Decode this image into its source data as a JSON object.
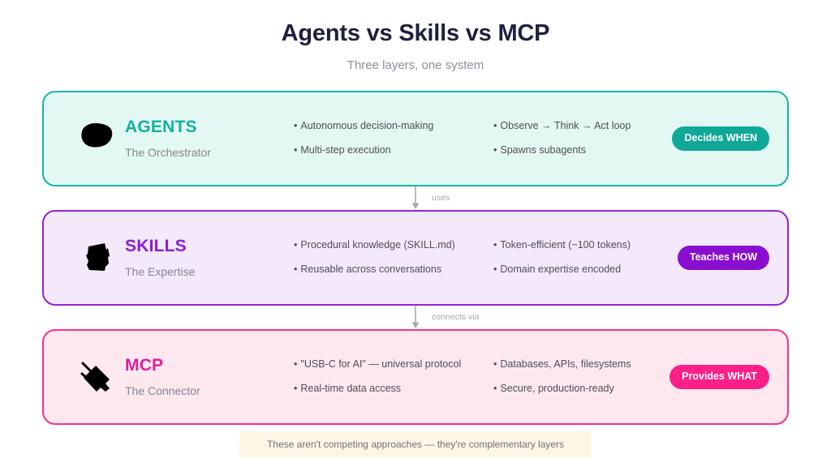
{
  "header": {
    "title": "Agents vs Skills vs MCP",
    "subtitle": "Three layers, one system"
  },
  "layers": [
    {
      "id": "agents",
      "icon": "brain-icon",
      "name": "AGENTS",
      "role": "The Orchestrator",
      "bullets_left": [
        "Autonomous decision-making",
        "Multi-step execution"
      ],
      "bullets_right": [
        "Observe → Think → Act loop",
        "Spawns subagents"
      ],
      "badge": "Decides WHEN",
      "accent": "#11b09f",
      "border": "#12b5a5",
      "background": "#e4f8f3",
      "badge_color": "#0fa897"
    },
    {
      "id": "skills",
      "icon": "books-icon",
      "name": "SKILLS",
      "role": "The Expertise",
      "bullets_left": [
        "Procedural knowledge (SKILL.md)",
        "Reusable across conversations"
      ],
      "bullets_right": [
        "Token-efficient (~100 tokens)",
        "Domain expertise encoded"
      ],
      "badge": "Teaches HOW",
      "accent": "#8a1fd0",
      "border": "#9025d6",
      "background": "#f4e8fb",
      "badge_color": "#8a0ed0"
    },
    {
      "id": "mcp",
      "icon": "plug-icon",
      "name": "MCP",
      "role": "The Connector",
      "bullets_left": [
        "\"USB-C for AI\" — universal protocol",
        "Real-time data access"
      ],
      "bullets_right": [
        "Databases, APIs, filesystems",
        "Secure, production-ready"
      ],
      "badge": "Provides WHAT",
      "accent": "#d81fa2",
      "border": "#fa2f86",
      "background": "#fde8f0",
      "badge_color": "#fb2087"
    }
  ],
  "connectors": [
    {
      "label": "uses"
    },
    {
      "label": "connects via"
    }
  ],
  "footer": {
    "note": "These aren't competing approaches — they're complementary layers",
    "background": "#fdf6e6"
  }
}
